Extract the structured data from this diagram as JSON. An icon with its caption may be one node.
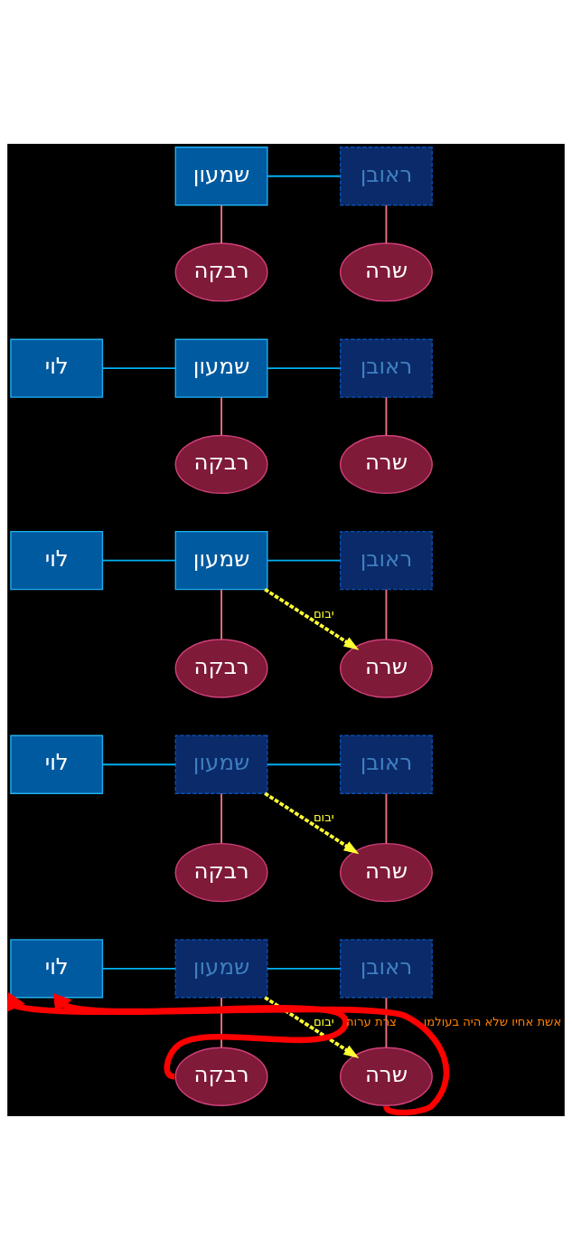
{
  "diagram": {
    "nodes": [
      {
        "text": [
          "שמעון"
        ]
      },
      {
        "text": [
          "ראובן"
        ]
      },
      {
        "text": [
          "רבקה"
        ]
      },
      {
        "text": [
          "שרה"
        ]
      },
      {
        "text": [
          "שמעון"
        ]
      },
      {
        "text": [
          "ראובן"
        ]
      },
      {
        "text": [
          "לוי"
        ]
      },
      {
        "text": [
          "רבקה"
        ]
      },
      {
        "text": [
          "שרה"
        ]
      },
      {
        "text": [
          "שמעון"
        ]
      },
      {
        "text": [
          "ראובן"
        ]
      },
      {
        "text": [
          "לוי"
        ]
      },
      {
        "text": [
          "רבקה"
        ]
      },
      {
        "text": [
          "שרה"
        ]
      },
      {
        "text": [
          "שמעון"
        ]
      },
      {
        "text": [
          "ראובן"
        ]
      },
      {
        "text": [
          "לוי"
        ]
      },
      {
        "text": [
          "רבקה"
        ]
      },
      {
        "text": [
          "שרה"
        ]
      },
      {
        "text": [
          "שמעון"
        ]
      },
      {
        "text": [
          "ראובן"
        ]
      },
      {
        "text": [
          "לוי"
        ]
      },
      {
        "text": [
          "רבקה"
        ]
      },
      {
        "text": [
          "שרה"
        ]
      }
    ],
    "edges": [
      {
        "from": 0,
        "to": 1,
        "arrow": "none",
        "color": "#00b0f0"
      },
      {
        "from": 0,
        "to": 2,
        "arrow": "none"
      },
      {
        "from": 1,
        "to": 3,
        "arrow": "none"
      },
      {
        "from": 6,
        "to": 4,
        "arrow": "none",
        "color": "#00b0f0"
      },
      {
        "from": 4,
        "to": 5,
        "arrow": "none",
        "color": "#00b0f0"
      },
      {
        "from": 4,
        "to": 7,
        "arrow": "none"
      },
      {
        "from": 5,
        "to": 8,
        "arrow": "none"
      },
      {
        "from": 11,
        "to": 9,
        "arrow": "none",
        "color": "#00b0f0"
      },
      {
        "from": 9,
        "to": 10,
        "arrow": "none",
        "color": "#00b0f0"
      },
      {
        "from": 9,
        "to": 12,
        "arrow": "none"
      },
      {
        "from": 10,
        "to": 13,
        "arrow": "none"
      },
      {
        "from": 9,
        "to": 13,
        "arrow": "to",
        "label": "יבום",
        "style": "dashed",
        "color": "#ffff33"
      },
      {
        "from": 16,
        "to": 14,
        "arrow": "none",
        "color": "#00b0f0"
      },
      {
        "from": 14,
        "to": 15,
        "arrow": "none",
        "color": "#00b0f0"
      },
      {
        "from": 14,
        "to": 17,
        "arrow": "none"
      },
      {
        "from": 15,
        "to": 18,
        "arrow": "none"
      },
      {
        "from": 14,
        "to": 18,
        "arrow": "to",
        "label": "יבום",
        "style": "dashed",
        "color": "#ffff33"
      },
      {
        "from": 21,
        "to": 19,
        "arrow": "none",
        "color": "#00b0f0"
      },
      {
        "from": 19,
        "to": 20,
        "arrow": "none",
        "color": "#00b0f0"
      },
      {
        "from": 19,
        "to": 22,
        "arrow": "none"
      },
      {
        "from": 20,
        "to": 23,
        "arrow": "none"
      },
      {
        "from": 19,
        "to": 23,
        "arrow": "to",
        "label": "יבום",
        "style": "dashed",
        "color": "#ffff33"
      },
      {
        "from": 22,
        "to": 21,
        "arrow": "to",
        "label": "צרת ערוה",
        "style": "thick",
        "color": "#ff0000"
      },
      {
        "from": 23,
        "to": 21,
        "arrow": "to",
        "label": "אשת אחיו שלא היה בעולמו",
        "style": "thick",
        "color": "#ff0000"
      }
    ]
  }
}
